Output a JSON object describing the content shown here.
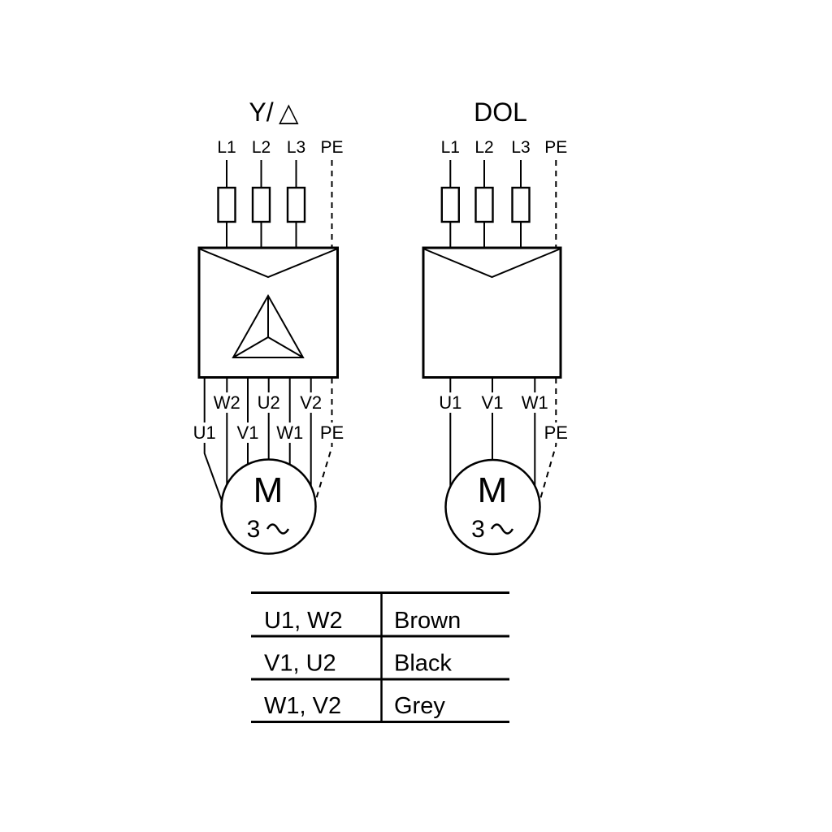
{
  "diagrams": {
    "star_delta": {
      "title": "Y/ △",
      "inputs": [
        "L1",
        "L2",
        "L3",
        "PE"
      ],
      "outputs_row1": [
        "W2",
        "U2",
        "V2"
      ],
      "outputs_row2": [
        "U1",
        "V1",
        "W1",
        "PE"
      ],
      "motor": {
        "label": "M",
        "phase_count": "3",
        "ac_symbol": "sine-wave"
      }
    },
    "dol": {
      "title": "DOL",
      "inputs": [
        "L1",
        "L2",
        "L3",
        "PE"
      ],
      "outputs": [
        "U1",
        "V1",
        "W1"
      ],
      "pe": "PE",
      "motor": {
        "label": "M",
        "phase_count": "3",
        "ac_symbol": "sine-wave"
      }
    }
  },
  "wiring_table": {
    "rows": [
      {
        "terminals": "U1, W2",
        "color_name": "Brown"
      },
      {
        "terminals": "V1, U2",
        "color_name": "Black"
      },
      {
        "terminals": "W1, V2",
        "color_name": "Grey"
      }
    ]
  },
  "colors": {
    "line": "#000000",
    "background": "#ffffff"
  }
}
